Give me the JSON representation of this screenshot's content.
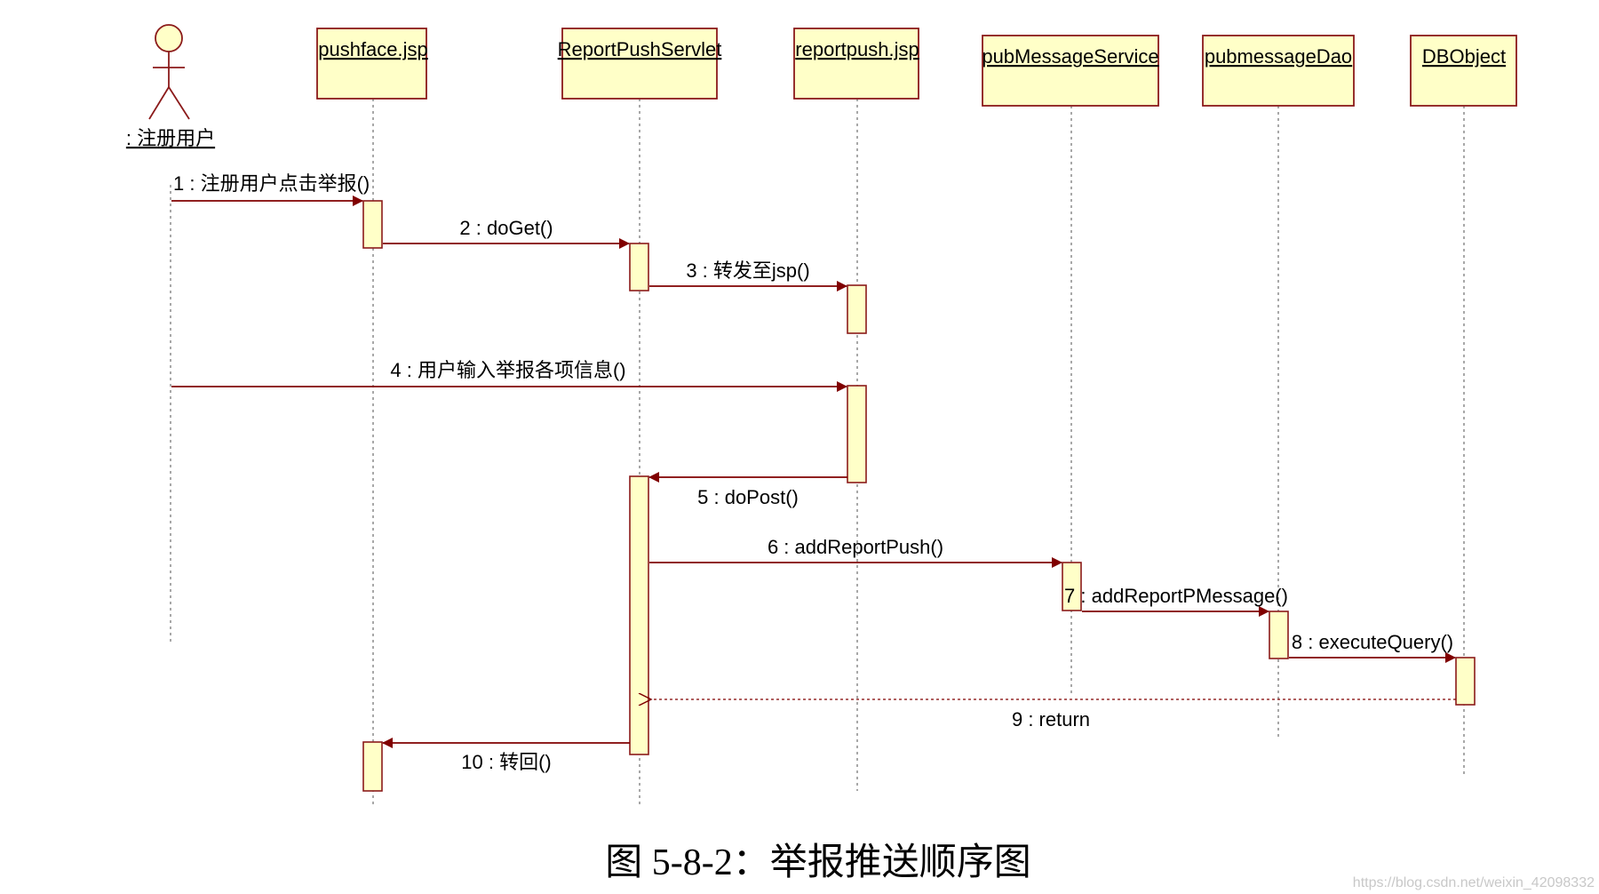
{
  "diagram": {
    "type": "uml-sequence",
    "colors": {
      "box_fill": "#ffffc8",
      "box_stroke": "#8b1a1a",
      "message": "#800000",
      "lifeline": "#6e6e6e",
      "actor": "#8b1a1a"
    },
    "actor": {
      "label": ": 注册用户"
    },
    "objects": [
      {
        "id": "pushface",
        "label": "pushface.jsp"
      },
      {
        "id": "servlet",
        "label": "ReportPushServlet"
      },
      {
        "id": "reportpush",
        "label": "reportpush.jsp"
      },
      {
        "id": "service",
        "label": "pubMessageService"
      },
      {
        "id": "dao",
        "label": "pubmessageDao"
      },
      {
        "id": "db",
        "label": "DBObject"
      }
    ],
    "messages": [
      {
        "seq": 1,
        "from": "user",
        "to": "pushface",
        "kind": "sync",
        "label": "1 : 注册用户点击举报()"
      },
      {
        "seq": 2,
        "from": "pushface",
        "to": "servlet",
        "kind": "sync",
        "label": "2 : doGet()"
      },
      {
        "seq": 3,
        "from": "servlet",
        "to": "reportpush",
        "kind": "sync",
        "label": "3 : 转发至jsp()"
      },
      {
        "seq": 4,
        "from": "user",
        "to": "reportpush",
        "kind": "sync",
        "label": "4 : 用户输入举报各项信息()"
      },
      {
        "seq": 5,
        "from": "reportpush",
        "to": "servlet",
        "kind": "sync",
        "label": "5 : doPost()"
      },
      {
        "seq": 6,
        "from": "servlet",
        "to": "service",
        "kind": "sync",
        "label": "6 : addReportPush()"
      },
      {
        "seq": 7,
        "from": "service",
        "to": "dao",
        "kind": "sync",
        "label": "7 : addReportPMessage()"
      },
      {
        "seq": 8,
        "from": "dao",
        "to": "db",
        "kind": "sync",
        "label": "8 : executeQuery()"
      },
      {
        "seq": 9,
        "from": "db",
        "to": "servlet",
        "kind": "return",
        "label": "9 : return"
      },
      {
        "seq": 10,
        "from": "servlet",
        "to": "pushface",
        "kind": "sync",
        "label": "10 : 转回()"
      }
    ]
  },
  "caption": "图 5-8-2：举报推送顺序图",
  "watermark": "https://blog.csdn.net/weixin_42098332"
}
